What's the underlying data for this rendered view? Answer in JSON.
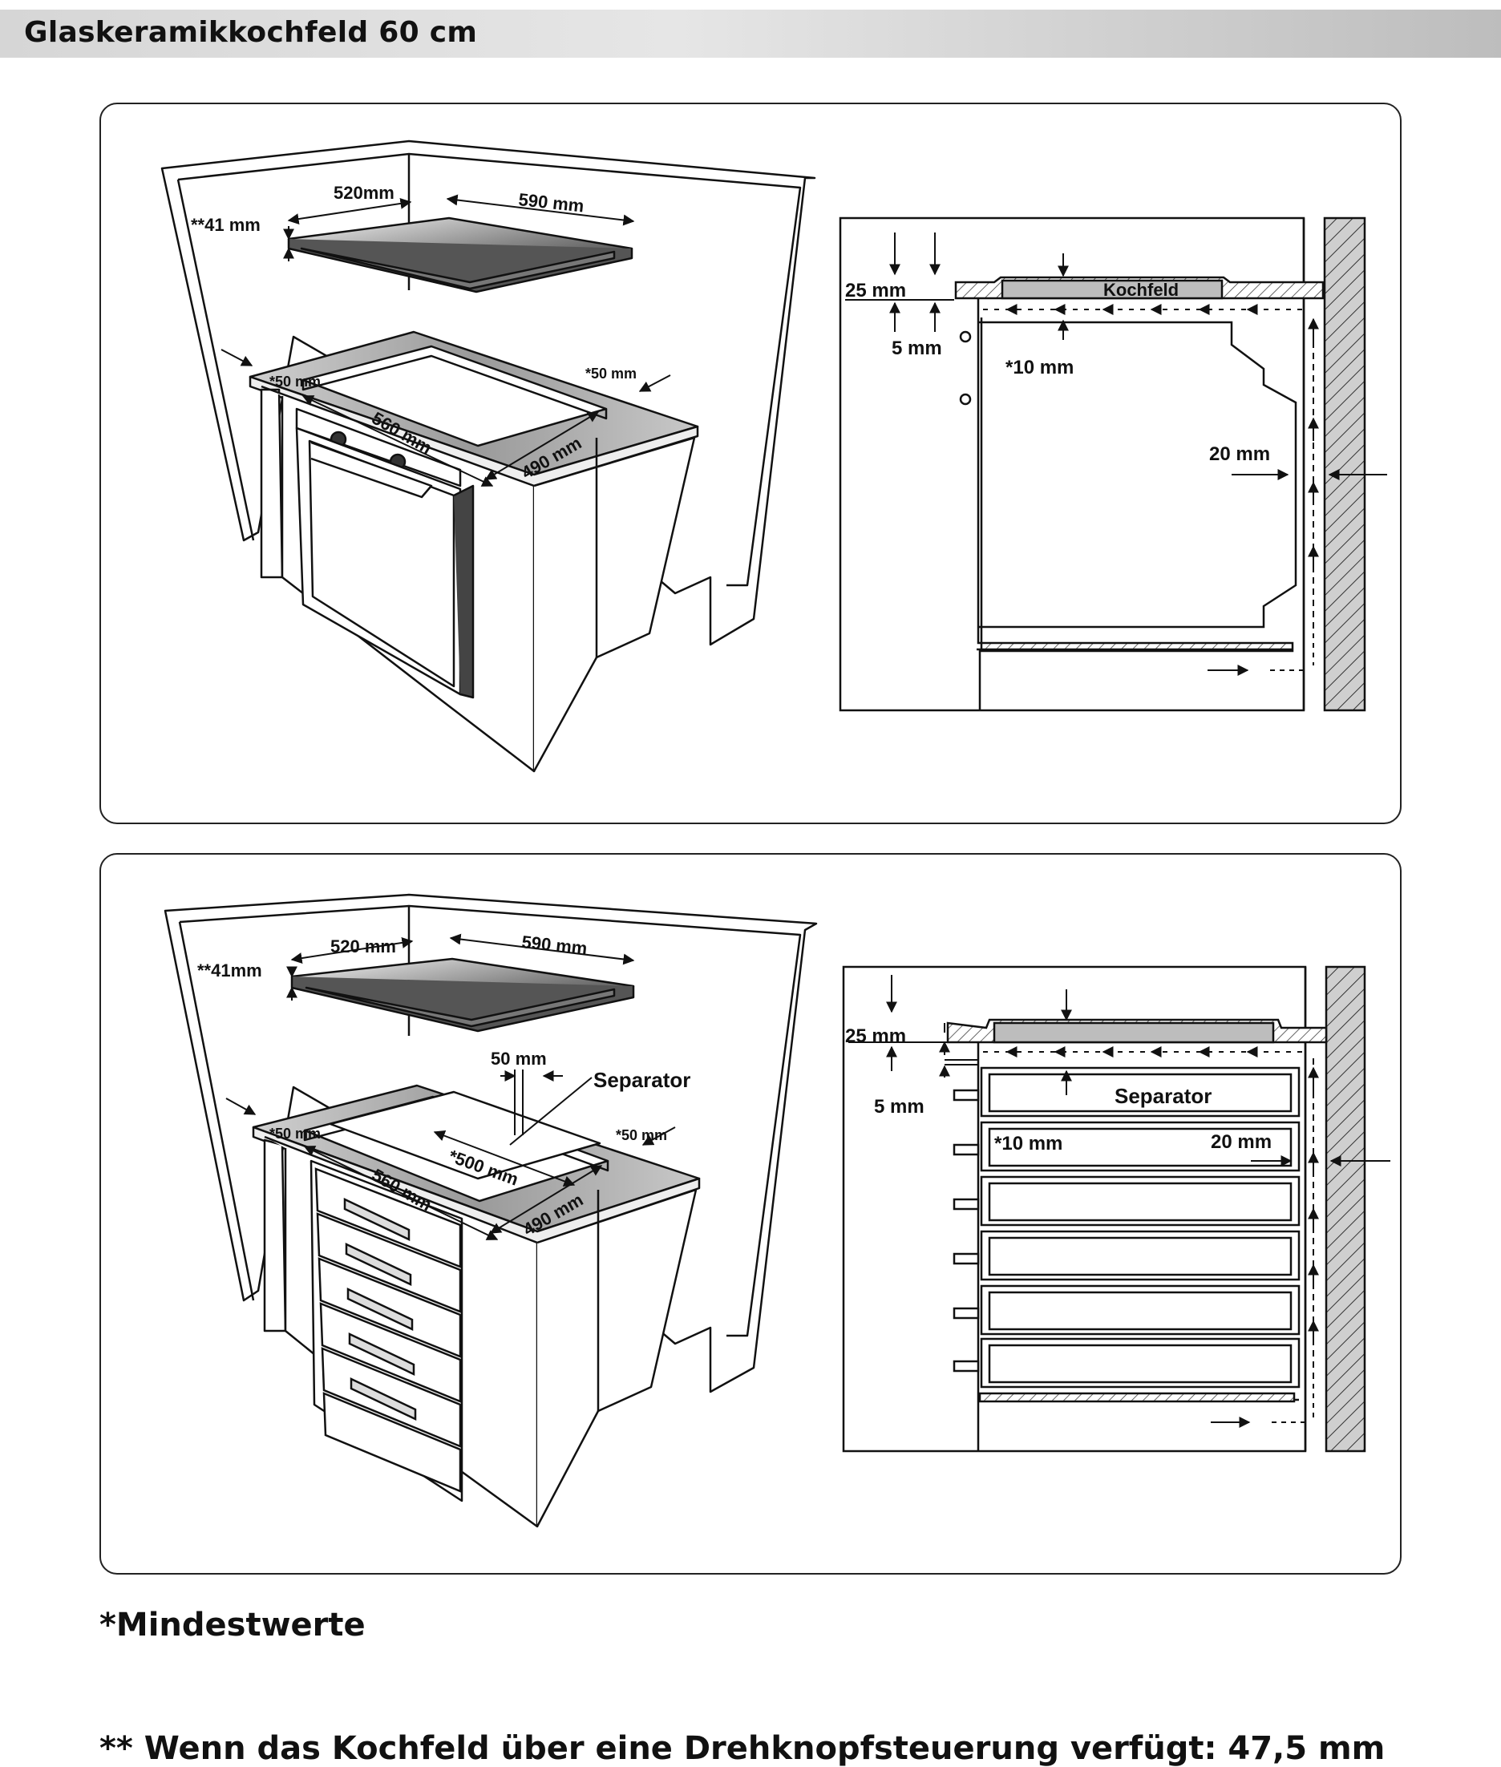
{
  "header": {
    "title": "Glaskeramikkochfeld 60 cm"
  },
  "panel_top": {
    "iso": {
      "w_depth": "520mm",
      "w_width": "590 mm",
      "h_thickness": "**41 mm",
      "gap_left": "*50 mm",
      "gap_right": "*50 mm",
      "cut_width": "560 mm",
      "cut_depth": "490 mm"
    },
    "section": {
      "d25": "25 mm",
      "d5": "5 mm",
      "d10": "*10 mm",
      "d20": "20 mm",
      "hob": "Kochfeld"
    }
  },
  "panel_bottom": {
    "iso": {
      "w_depth": "520 mm",
      "w_width": "590 mm",
      "h_thickness": "**41mm",
      "sep_gap": "50 mm",
      "separator": "Separator",
      "gap_left": "*50 mm",
      "gap_right": "*50 mm",
      "sep_width": "*500 mm",
      "cut_width": "560 mm",
      "cut_depth": "490 mm"
    },
    "section": {
      "d25": "25 mm",
      "d5": "5 mm",
      "separator": "Separator",
      "d10": "*10 mm",
      "d20": "20 mm"
    }
  },
  "footnotes": {
    "min": "*Mindestwerte",
    "knob": "** Wenn das Kochfeld über eine Drehknopfsteuerung verfügt: 47,5 mm"
  }
}
